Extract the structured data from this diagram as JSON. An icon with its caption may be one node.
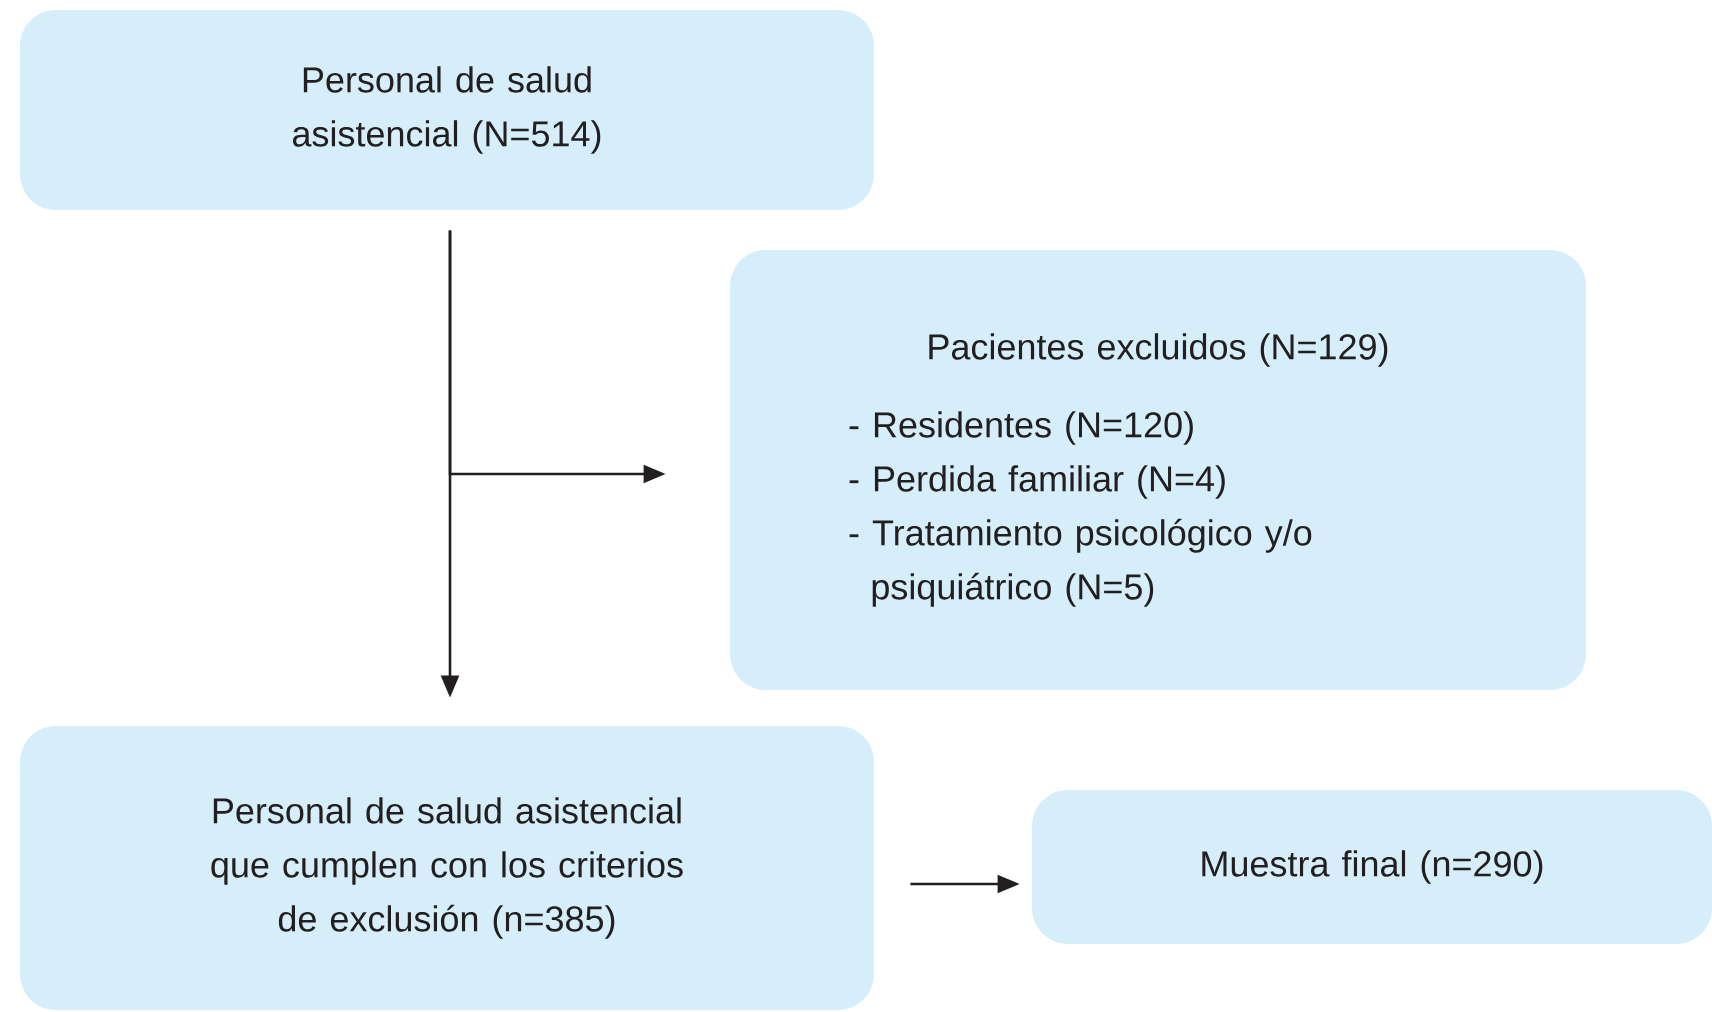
{
  "diagram": {
    "nodes": [
      {
        "text": [
          "Personal de salud asistencial (N=514)"
        ]
      },
      {
        "text": [
          "Pacientes excluidos (N=129)",
          "- Residentes (N=120)",
          "- Perdida familiar (N=4)",
          "- Tratamiento psicológico y/o psiquiátrico (N=5)"
        ]
      },
      {
        "text": [
          "Personal de salud asistencial que cumplen con los criterios de exclusión (n=385)"
        ]
      },
      {
        "text": [
          "Muestra final (n=290)"
        ]
      }
    ],
    "edges": [
      {
        "from": 0,
        "to": 2,
        "arrow": "to"
      },
      {
        "from": 0,
        "to": 1,
        "arrow": "to"
      },
      {
        "from": 2,
        "to": 3,
        "arrow": "to"
      }
    ]
  }
}
